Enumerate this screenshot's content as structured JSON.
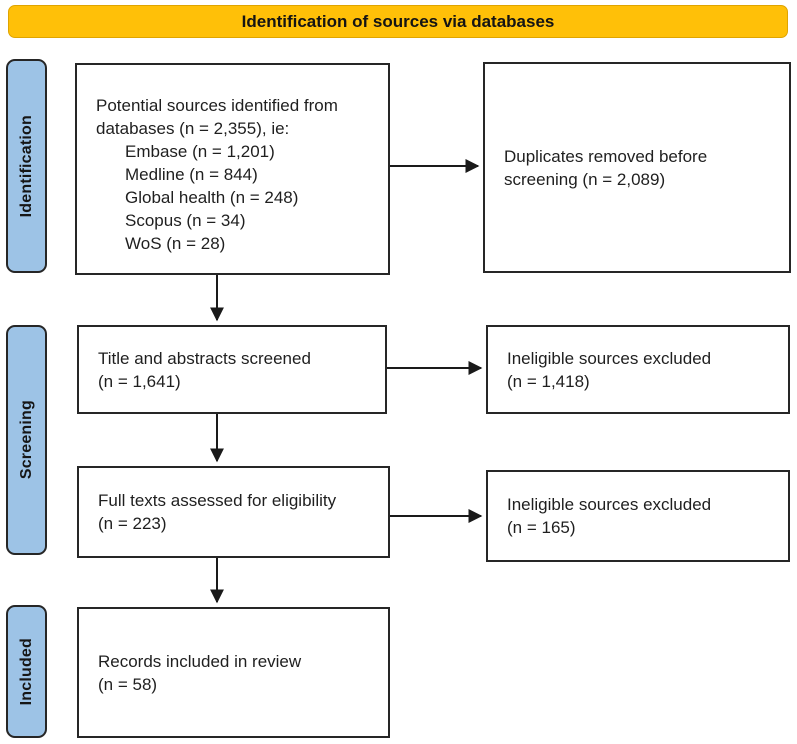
{
  "banner": {
    "title": "Identification of sources via databases"
  },
  "stages": [
    {
      "label": "Identification"
    },
    {
      "label": "Screening"
    },
    {
      "label": "Included"
    }
  ],
  "boxes": {
    "sources": {
      "intro_lines": [
        "Potential sources identified from",
        "databases (n = 2,355), ie:"
      ],
      "databases": [
        "Embase (n = 1,201)",
        "Medline (n = 844)",
        "Global health (n = 248)",
        "Scopus (n = 34)",
        "WoS (n = 28)"
      ],
      "total": "2,355"
    },
    "duplicates_removed": {
      "lines": [
        "Duplicates removed before",
        "screening (n = 2,089)"
      ],
      "count": "2,089"
    },
    "titles_screened": {
      "lines": [
        "Title and abstracts screened",
        "(n = 1,641)"
      ],
      "count": "1,641"
    },
    "excluded_screening": {
      "lines": [
        "Ineligible sources excluded",
        "(n = 1,418)"
      ],
      "count": "1,418"
    },
    "full_texts_assessed": {
      "lines": [
        "Full texts assessed for eligibility",
        "(n = 223)"
      ],
      "count": "223"
    },
    "excluded_eligibility": {
      "lines": [
        "Ineligible sources excluded",
        "(n = 165)"
      ],
      "count": "165"
    },
    "records_included": {
      "lines": [
        "Records included in review",
        "(n = 58)"
      ],
      "count": "58"
    }
  },
  "colors": {
    "banner_bg": "#FFC008",
    "stage_bg": "#9DC3E6",
    "box_border": "#262626",
    "arrow": "#1a1a1a"
  }
}
